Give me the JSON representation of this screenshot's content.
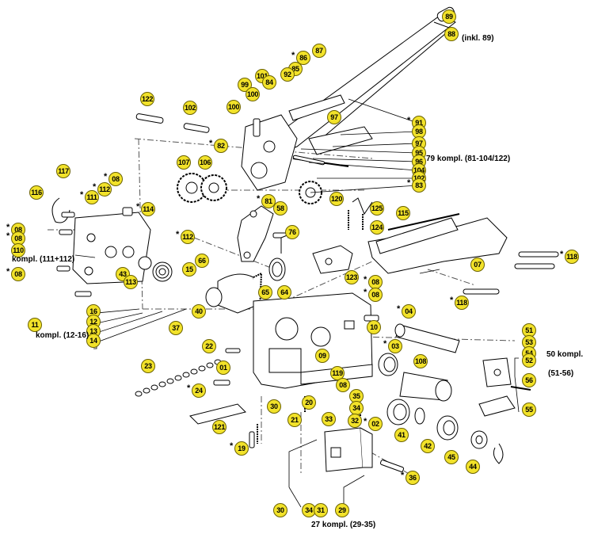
{
  "diagram": {
    "callouts": [
      {
        "n": "89",
        "star": false
      },
      {
        "n": "88",
        "star": false
      },
      {
        "n": "87",
        "star": false
      },
      {
        "n": "86",
        "star": true
      },
      {
        "n": "85",
        "star": false
      },
      {
        "n": "92",
        "star": false
      },
      {
        "n": "101",
        "star": false
      },
      {
        "n": "84",
        "star": false
      },
      {
        "n": "99",
        "star": false
      },
      {
        "n": "100",
        "star": false
      },
      {
        "n": "100",
        "star": false
      },
      {
        "n": "102",
        "star": false
      },
      {
        "n": "122",
        "star": false
      },
      {
        "n": "82",
        "star": true
      },
      {
        "n": "97",
        "star": false
      },
      {
        "n": "91",
        "star": true
      },
      {
        "n": "98",
        "star": false
      },
      {
        "n": "97",
        "star": false
      },
      {
        "n": "95",
        "star": false
      },
      {
        "n": "96",
        "star": false
      },
      {
        "n": "104",
        "star": false
      },
      {
        "n": "102",
        "star": false
      },
      {
        "n": "83",
        "star": true
      },
      {
        "n": "107",
        "star": false
      },
      {
        "n": "106",
        "star": false
      },
      {
        "n": "117",
        "star": false
      },
      {
        "n": "08",
        "star": true
      },
      {
        "n": "112",
        "star": true
      },
      {
        "n": "116",
        "star": false
      },
      {
        "n": "111",
        "star": true
      },
      {
        "n": "114",
        "star": true
      },
      {
        "n": "81",
        "star": true
      },
      {
        "n": "58",
        "star": false
      },
      {
        "n": "120",
        "star": false
      },
      {
        "n": "125",
        "star": false
      },
      {
        "n": "115",
        "star": false
      },
      {
        "n": "08",
        "star": true
      },
      {
        "n": "08",
        "star": true
      },
      {
        "n": "110",
        "star": false
      },
      {
        "n": "112",
        "star": true
      },
      {
        "n": "124",
        "star": false
      },
      {
        "n": "76",
        "star": false
      },
      {
        "n": "118",
        "star": true
      },
      {
        "n": "66",
        "star": false
      },
      {
        "n": "07",
        "star": false
      },
      {
        "n": "08",
        "star": true
      },
      {
        "n": "43",
        "star": false
      },
      {
        "n": "15",
        "star": false
      },
      {
        "n": "113",
        "star": false
      },
      {
        "n": "123",
        "star": false
      },
      {
        "n": "08",
        "star": true
      },
      {
        "n": "08",
        "star": true
      },
      {
        "n": "65",
        "star": false
      },
      {
        "n": "64",
        "star": false
      },
      {
        "n": "118",
        "star": true
      },
      {
        "n": "16",
        "star": false
      },
      {
        "n": "12",
        "star": false
      },
      {
        "n": "40",
        "star": false
      },
      {
        "n": "04",
        "star": true
      },
      {
        "n": "13",
        "star": false
      },
      {
        "n": "14",
        "star": false
      },
      {
        "n": "10",
        "star": false
      },
      {
        "n": "51",
        "star": false
      },
      {
        "n": "11",
        "star": false
      },
      {
        "n": "37",
        "star": false
      },
      {
        "n": "22",
        "star": false
      },
      {
        "n": "03",
        "star": true
      },
      {
        "n": "53",
        "star": false
      },
      {
        "n": "09",
        "star": false
      },
      {
        "n": "54",
        "star": false
      },
      {
        "n": "108",
        "star": false
      },
      {
        "n": "52",
        "star": false
      },
      {
        "n": "23",
        "star": false
      },
      {
        "n": "01",
        "star": false
      },
      {
        "n": "119",
        "star": false
      },
      {
        "n": "08",
        "star": false
      },
      {
        "n": "56",
        "star": false
      },
      {
        "n": "24",
        "star": true
      },
      {
        "n": "35",
        "star": false
      },
      {
        "n": "30",
        "star": false
      },
      {
        "n": "20",
        "star": false
      },
      {
        "n": "34",
        "star": false
      },
      {
        "n": "55",
        "star": false
      },
      {
        "n": "21",
        "star": false
      },
      {
        "n": "33",
        "star": false
      },
      {
        "n": "32",
        "star": false
      },
      {
        "n": "02",
        "star": true
      },
      {
        "n": "121",
        "star": false
      },
      {
        "n": "41",
        "star": false
      },
      {
        "n": "42",
        "star": false
      },
      {
        "n": "19",
        "star": true
      },
      {
        "n": "45",
        "star": false
      },
      {
        "n": "44",
        "star": false
      },
      {
        "n": "36",
        "star": true
      },
      {
        "n": "30",
        "star": false
      },
      {
        "n": "34",
        "star": false
      },
      {
        "n": "31",
        "star": false
      },
      {
        "n": "29",
        "star": false
      }
    ],
    "labels": {
      "inkl": "(inkl. 89)",
      "kompl79": "79 kompl. (81-104/122)",
      "kompl111": "kompl. (111+112)",
      "kompl11": "kompl. (12-16)",
      "kompl50a": "50 kompl.",
      "kompl50b": "(51-56)",
      "kompl27": "27 kompl. (29-35)"
    }
  }
}
